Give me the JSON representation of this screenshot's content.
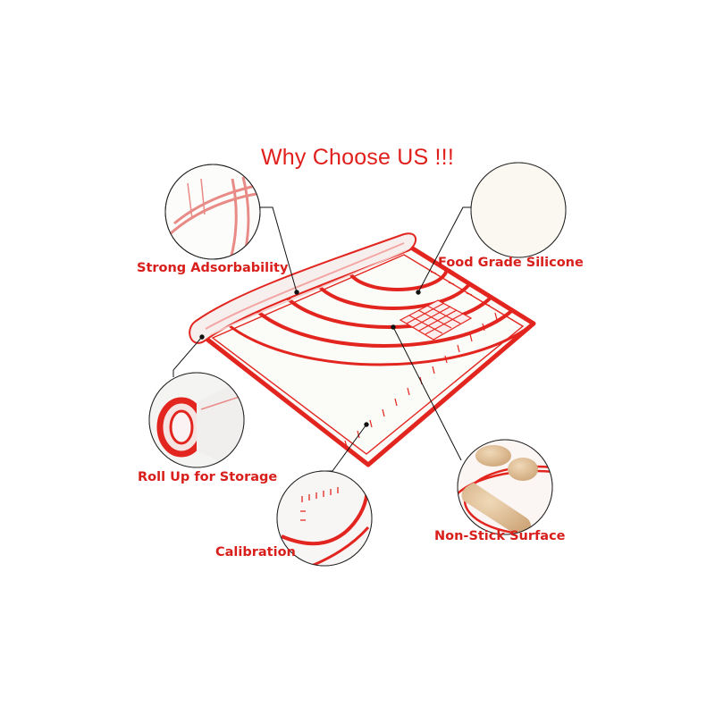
{
  "title": "Why Choose US !!!",
  "features": {
    "strong_adsorbability": "Strong Adsorbability",
    "food_grade_silicone": "Food Grade Silicone",
    "roll_up_for_storage": "Roll Up for Storage",
    "non_stick_surface": "Non-Stick Surface",
    "calibration": "Calibration"
  },
  "colors": {
    "accent_red": "#e0201c",
    "mat_white": "#fbfbf8",
    "wood": "#e3c6a0"
  }
}
